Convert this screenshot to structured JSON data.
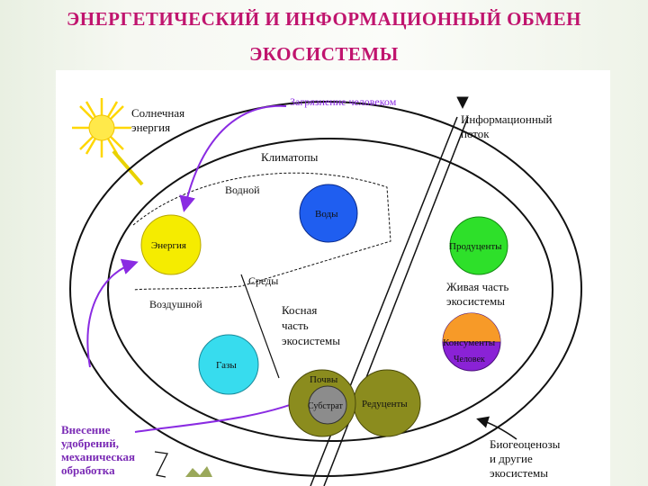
{
  "header": {
    "title_line1": "ЭНЕРГЕТИЧЕСКИЙ И ИНФОРМАЦИОННЫЙ ОБМЕН",
    "title_line2": "ЭКОСИСТЕМЫ"
  },
  "diagram": {
    "solar_energy_line1": "Солнечная",
    "solar_energy_line2": "энергия",
    "pollution": "Загрязнение человеком",
    "info_flow_line1": "Информационный",
    "info_flow_line2": "поток",
    "climatopes": "Климатопы",
    "water_env": "Водной",
    "air_env": "Воздушной",
    "environments": "Среды",
    "water": "Воды",
    "energy": "Энергия",
    "gases": "Газы",
    "producers": "Продуценты",
    "living_part_line1": "Живая часть",
    "living_part_line2": "экосистемы",
    "consumers": "Консументы",
    "human": "Человек",
    "inert_part_line1": "Косная",
    "inert_part_line2": "часть",
    "inert_part_line3": "экосистемы",
    "soils": "Почвы",
    "substrate": "Субстрат",
    "reducers": "Редуценты",
    "fertilizers_line1": "Внесение",
    "fertilizers_line2": "удобрений,",
    "fertilizers_line3": "механическая",
    "fertilizers_line4": "обработка",
    "biogeocenoses_line1": "Биогеоценозы",
    "biogeocenoses_line2": "и другие",
    "biogeocenoses_line3": "экосистемы"
  },
  "colors": {
    "title": "#c0146e",
    "arrows": "#8a2be2",
    "sun": "#ffe94a",
    "energy": "#f5ec00",
    "water": "#1f5ef0",
    "gases": "#37dcee",
    "producers": "#2ee02a",
    "consumers": "#f79a28",
    "human": "#8a22d6",
    "soils": "#8b8c1e",
    "substrate": "#8c8c8c"
  }
}
